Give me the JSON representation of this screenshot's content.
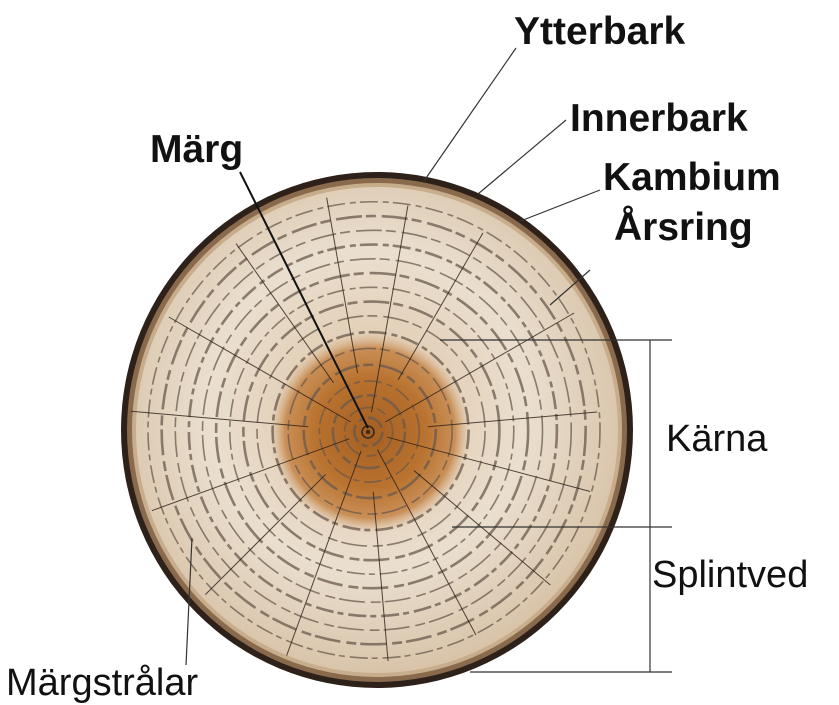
{
  "labels": {
    "ytterbark": "Ytterbark",
    "innerbark": "Innerbark",
    "marg": "Märg",
    "kambium": "Kambium",
    "arsring": "Årsring",
    "karna": "Kärna",
    "splintved": "Splintved",
    "margstralar": "Märgstrålar"
  },
  "colors": {
    "bark": "#3a2a1f",
    "sapwood": "#e9dccb",
    "heartwood": "#b9722f",
    "heart_core": "#9e5a20",
    "ring_line": "#6a5a4c",
    "leader_line": "#333333"
  }
}
